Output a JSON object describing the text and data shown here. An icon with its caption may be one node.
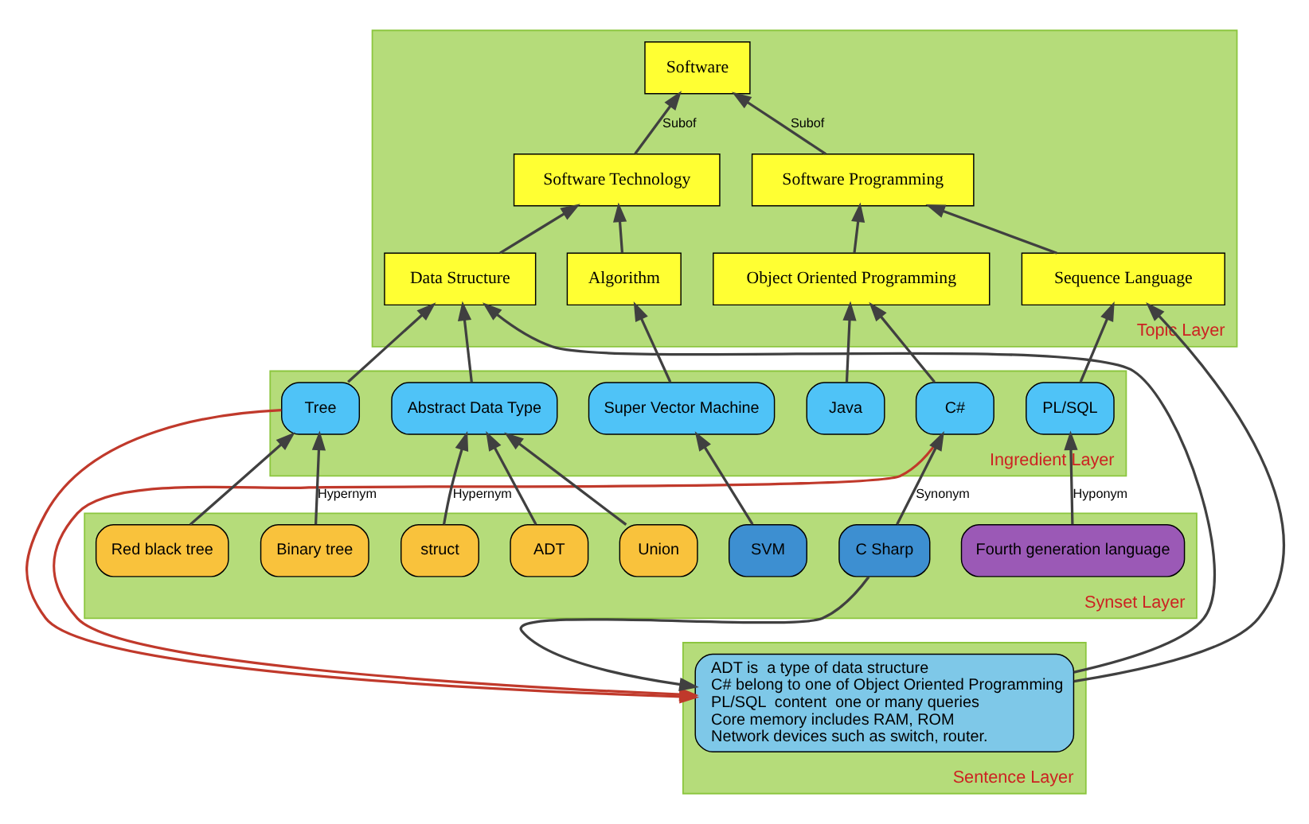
{
  "diagram": {
    "nodes": [
      {
        "text": [
          "Topic Layer"
        ]
      },
      {
        "text": [
          "Software"
        ],
        "in": 0
      },
      {
        "text": [
          "Software Technology"
        ],
        "in": 0
      },
      {
        "text": [
          "Software Programming"
        ],
        "in": 0
      },
      {
        "text": [
          "Data Structure"
        ],
        "in": 0
      },
      {
        "text": [
          "Algorithm"
        ],
        "in": 0
      },
      {
        "text": [
          "Object Oriented Programming"
        ],
        "in": 0
      },
      {
        "text": [
          "Sequence Language"
        ],
        "in": 0
      },
      {
        "text": [
          "Ingredient Layer"
        ]
      },
      {
        "text": [
          "Tree"
        ],
        "in": 8
      },
      {
        "text": [
          "Super Vector Machine"
        ],
        "in": 8
      },
      {
        "text": [
          "Java"
        ],
        "in": 8
      },
      {
        "text": [
          "Abstract Data Type"
        ],
        "in": 8
      },
      {
        "text": [
          "C#"
        ],
        "in": 8
      },
      {
        "text": [
          "PL/SQL"
        ],
        "in": 8
      },
      {
        "text": [
          "Synset Layer"
        ]
      },
      {
        "text": [
          "Red black tree"
        ],
        "in": 15
      },
      {
        "text": [
          "Binary tree"
        ],
        "in": 15
      },
      {
        "text": [
          "struct"
        ],
        "in": 15
      },
      {
        "text": [
          "ADT"
        ],
        "in": 15
      },
      {
        "text": [
          "Union"
        ],
        "in": 15
      },
      {
        "text": [
          "SVM"
        ],
        "in": 15
      },
      {
        "text": [
          "C Sharp"
        ],
        "in": 15
      },
      {
        "text": [
          "Fourth generation language"
        ],
        "in": 15
      },
      {
        "text": [
          "Sentence Layer"
        ]
      },
      {
        "text": [
          "ADT is  a type of data structure",
          "C# belong to one of Object Oriented Programming",
          "PL/SQL  content  one or many queries",
          "Core memory includes RAM, ROM",
          "Network devices such as switch, router."
        ],
        "in": 24
      }
    ],
    "edges": [
      {
        "from": 2,
        "to": 1,
        "arrow": "to",
        "label": "Subof"
      },
      {
        "from": 3,
        "to": 1,
        "arrow": "to",
        "label": "Subof"
      },
      {
        "from": 4,
        "to": 2,
        "arrow": "to"
      },
      {
        "from": 5,
        "to": 2,
        "arrow": "to"
      },
      {
        "from": 6,
        "to": 3,
        "arrow": "to"
      },
      {
        "from": 7,
        "to": 3,
        "arrow": "to"
      },
      {
        "from": 9,
        "to": 4,
        "arrow": "to"
      },
      {
        "from": 12,
        "to": 4,
        "arrow": "to"
      },
      {
        "from": 10,
        "to": 5,
        "arrow": "to"
      },
      {
        "from": 11,
        "to": 6,
        "arrow": "to"
      },
      {
        "from": 13,
        "to": 6,
        "arrow": "to"
      },
      {
        "from": 14,
        "to": 7,
        "arrow": "to"
      },
      {
        "from": 21,
        "to": 10,
        "arrow": "to"
      },
      {
        "from": 17,
        "to": 9,
        "arrow": "to",
        "label": "Hypernym"
      },
      {
        "from": 16,
        "to": 9,
        "arrow": "to"
      },
      {
        "from": 19,
        "to": 12,
        "arrow": "to"
      },
      {
        "from": 18,
        "to": 12,
        "arrow": "to",
        "label": "Hypernym"
      },
      {
        "from": 20,
        "to": 12,
        "arrow": "to"
      },
      {
        "from": 22,
        "to": 13,
        "arrow": "to",
        "label": "Synonym"
      },
      {
        "from": 23,
        "to": 14,
        "arrow": "to",
        "label": "Hyponym"
      },
      {
        "from": 22,
        "to": 25,
        "arrow": "to"
      },
      {
        "from": 25,
        "to": 4,
        "arrow": "to"
      },
      {
        "from": 25,
        "to": 7,
        "arrow": "to"
      },
      {
        "from": 9,
        "to": 25,
        "arrow": "to",
        "color": "#c0392b"
      },
      {
        "from": 13,
        "to": 25,
        "arrow": "to",
        "color": "#c0392b"
      }
    ]
  }
}
